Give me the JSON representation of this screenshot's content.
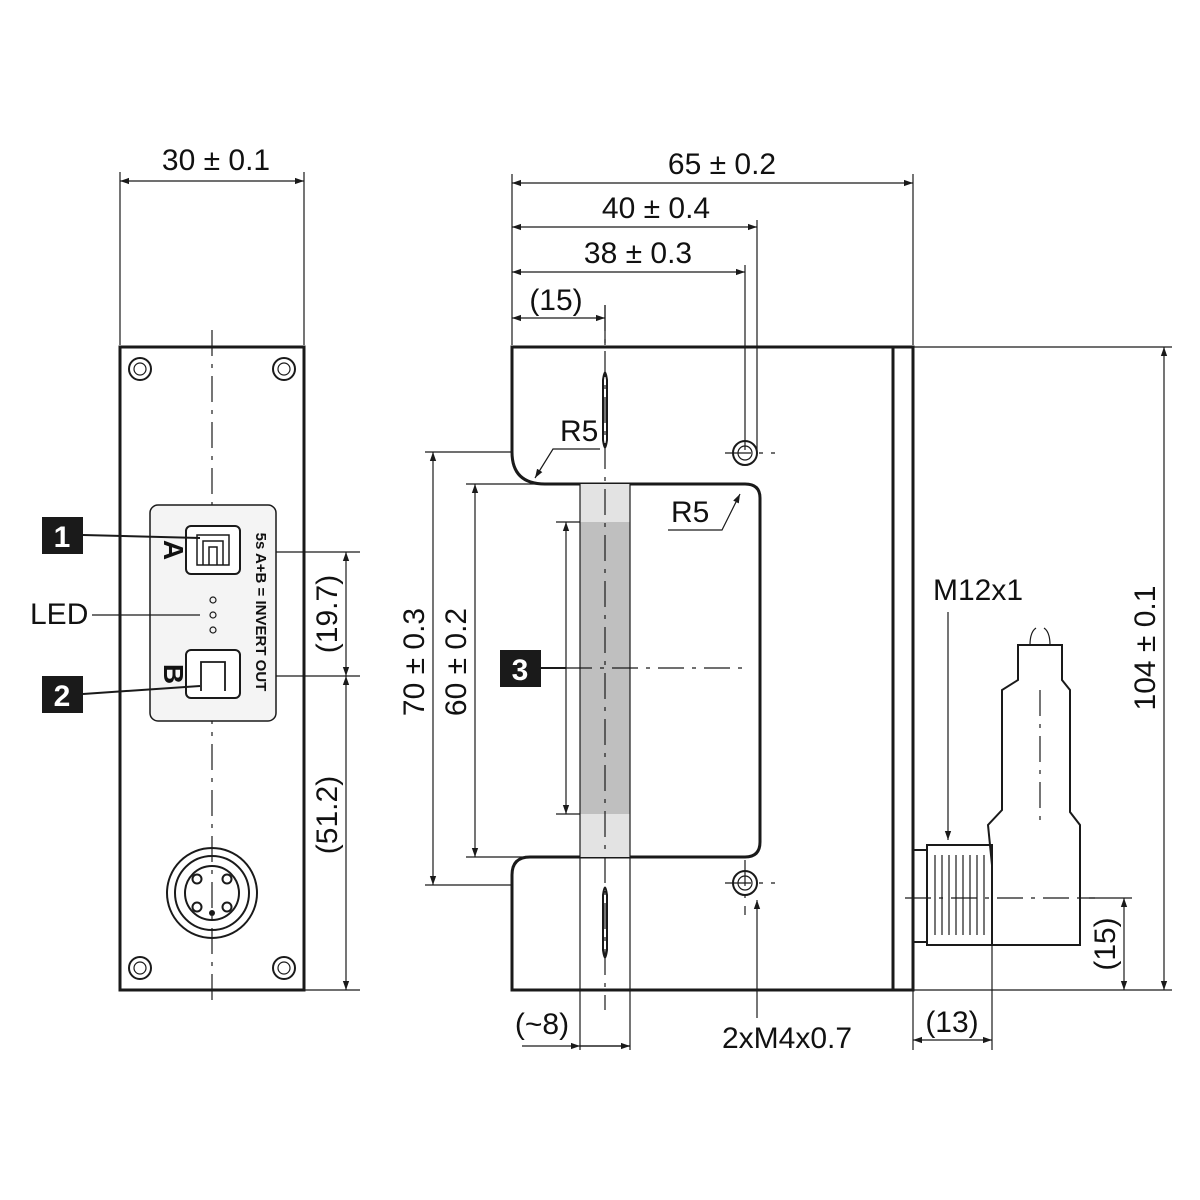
{
  "colors": {
    "line": "#1a1a1a",
    "badge": "#1a1a1a",
    "slot_light": "#e3e3e3",
    "slot_dark": "#bfbfbf",
    "label_panel": "#f4f4f4"
  },
  "front_view": {
    "width_dim": "30 ± 0.1",
    "led_label": "LED",
    "button_a_letter": "A",
    "button_b_letter": "B",
    "panel_text": "5s A+B = INVERT OUT",
    "dim_button_spacing": "(19.7)",
    "dim_button_to_bottom": "(51.2)",
    "callout_1": "1",
    "callout_2": "2"
  },
  "side_view": {
    "dim_total_width": "65 ± 0.2",
    "dim_40": "40 ± 0.4",
    "dim_38": "38 ± 0.3",
    "dim_15_top": "(15)",
    "radius_top": "R5",
    "radius_inner": "R5",
    "dim_outer_height": "70 ± 0.3",
    "dim_inner_height": "60 ± 0.2",
    "callout_3": "3",
    "dim_slot_offset": "(~8)",
    "mount_thread": "2xM4x0.7",
    "connector_thread": "M12x1",
    "dim_total_height": "104 ± 0.1",
    "dim_connector_height": "(15)",
    "dim_connector_length": "(13)"
  }
}
